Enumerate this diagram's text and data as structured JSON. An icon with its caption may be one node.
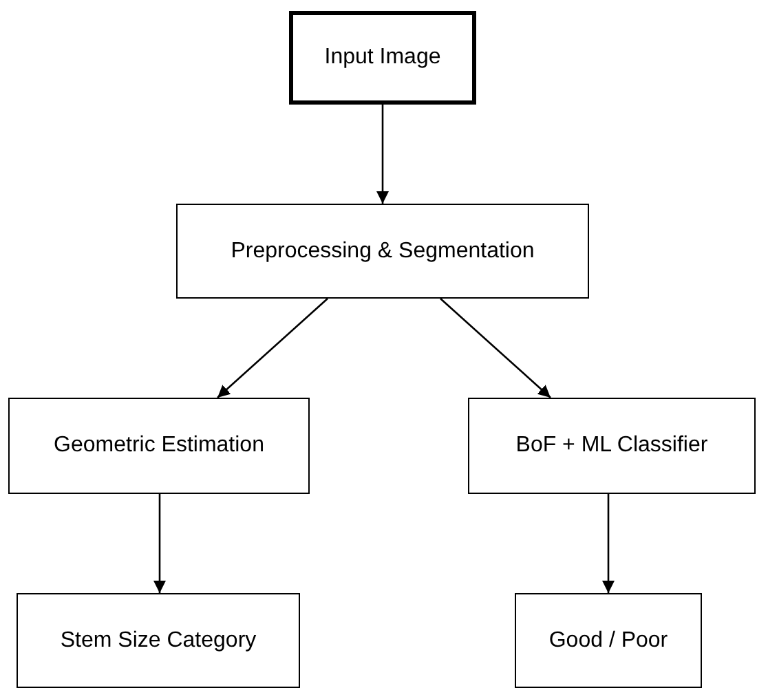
{
  "diagram": {
    "nodes": [
      {
        "text": [
          "Input Image"
        ]
      },
      {
        "text": [
          "Preprocessing & Segmentation"
        ]
      },
      {
        "text": [
          "Geometric Estimation"
        ]
      },
      {
        "text": [
          "BoF + ML Classifier"
        ]
      },
      {
        "text": [
          "Stem Size Category"
        ]
      },
      {
        "text": [
          "Good / Poor"
        ]
      }
    ],
    "edges": [
      {
        "from": 0,
        "to": 1,
        "arrow": "to"
      },
      {
        "from": 1,
        "to": 2,
        "arrow": "to"
      },
      {
        "from": 1,
        "to": 3,
        "arrow": "to"
      },
      {
        "from": 2,
        "to": 4,
        "arrow": "to"
      },
      {
        "from": 3,
        "to": 5,
        "arrow": "to"
      }
    ]
  }
}
